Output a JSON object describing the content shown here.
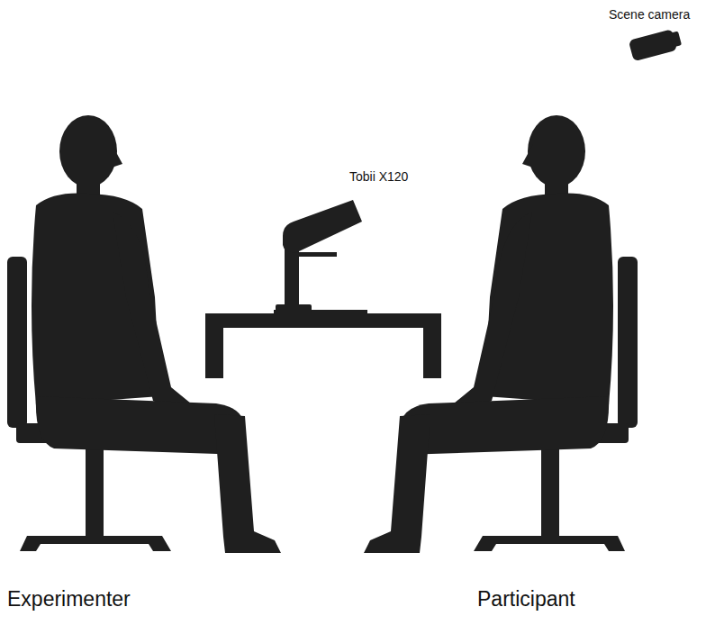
{
  "diagram": {
    "labels": [
      "Scene camera",
      "Tobii X120",
      "Experimenter",
      "Participant"
    ]
  }
}
